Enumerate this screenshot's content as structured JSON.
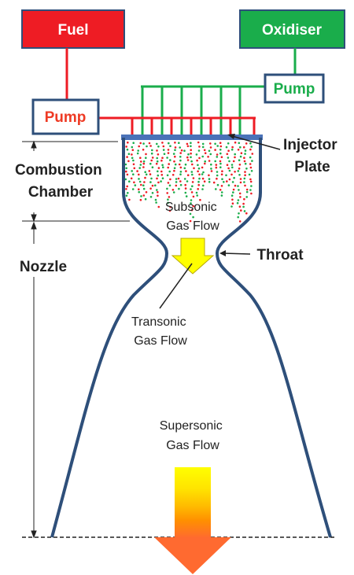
{
  "boxes": {
    "fuel": {
      "label": "Fuel",
      "fill": "#ee1c24",
      "text_color": "#ffffff",
      "border": "#2e4f7a"
    },
    "oxidiser": {
      "label": "Oxidiser",
      "fill": "#1aad4b",
      "text_color": "#ffffff",
      "border": "#2e4f7a"
    },
    "fuel_pump": {
      "label": "Pump",
      "text_color": "#ee3a24"
    },
    "oxidiser_pump": {
      "label": "Pump",
      "text_color": "#1aad4b"
    }
  },
  "labels": {
    "injector_plate": [
      "Injector",
      "Plate"
    ],
    "combustion_chamber": [
      "Combustion",
      "Chamber"
    ],
    "nozzle": "Nozzle",
    "throat": "Throat",
    "subsonic": [
      "Subsonic",
      "Gas Flow"
    ],
    "transonic": [
      "Transonic",
      "Gas Flow"
    ],
    "supersonic": [
      "Supersonic",
      "Gas Flow"
    ]
  },
  "colors": {
    "fuel_line": "#ee1c24",
    "oxidiser_line": "#1aad4b",
    "engine_wall": "#2e4f7a",
    "injector_plate": "#4a72b8",
    "arrow_gradient": [
      "#ffff00",
      "#ffd000",
      "#ffa000",
      "#ff6a1a"
    ]
  },
  "icons": {
    "flow_arrow_small": "down-arrow-icon",
    "flow_arrow_large": "down-arrow-icon"
  }
}
